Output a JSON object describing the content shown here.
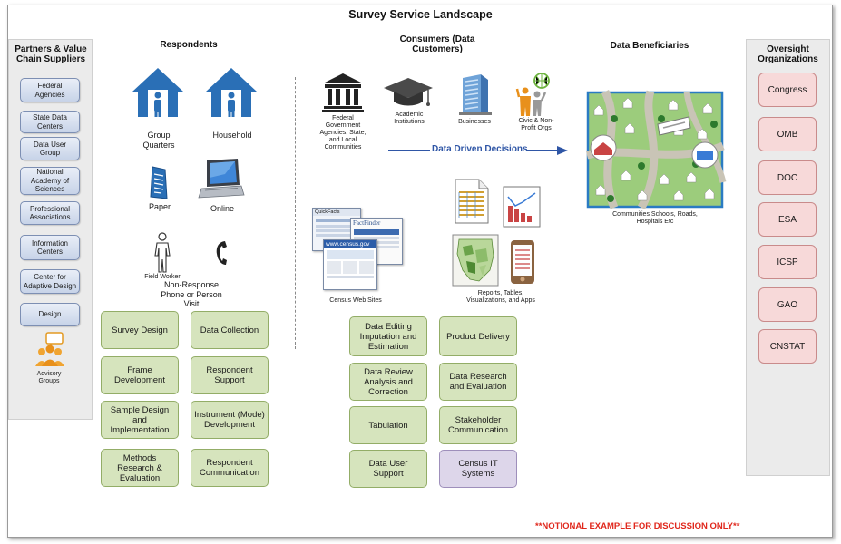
{
  "title": "Survey Service Landscape",
  "left_panel": {
    "title": "Partners & Value Chain Suppliers",
    "items": [
      "Federal Agencies",
      "State Data Centers",
      "Data User Group",
      "National Academy of Sciences",
      "Professional Associations",
      "Information Centers",
      "Center for Adaptive Design",
      "Design"
    ],
    "advisory_label": "Advisory Groups"
  },
  "right_panel": {
    "title": "Oversight Organizations",
    "items": [
      "Congress",
      "OMB",
      "DOC",
      "ESA",
      "ICSP",
      "GAO",
      "CNSTAT"
    ]
  },
  "respondents": {
    "title": "Respondents",
    "group_quarters": "Group Quarters",
    "household": "Household",
    "paper": "Paper",
    "online": "Online",
    "field_worker": "Field Worker",
    "non_response": "Non-Response Phone or Person Visit"
  },
  "consumers": {
    "title": "Consumers (Data Customers)",
    "federal": "Federal Government Agencies, State, and Local Communities",
    "academic": "Academic Institutions",
    "businesses": "Businesses",
    "civic": "Civic & Non-Profit Orgs",
    "data_driven": "Data Driven Decisions",
    "web_sites": "Census Web Sites",
    "reports": "Reports, Tables, Visualizations, and Apps",
    "quickfacts": "QuickFacts",
    "factfinder": "FactFinder",
    "census_gov": "www.census.gov"
  },
  "beneficiaries": {
    "title": "Data Beneficiaries",
    "communities": "Communities Schools, Roads, Hospitals Etc"
  },
  "process_left": [
    "Survey Design",
    "Data Collection",
    "Frame Development",
    "Respondent Support",
    "Sample Design and Implementation",
    "Instrument (Mode) Development",
    "Methods Research & Evaluation",
    "Respondent Communication"
  ],
  "process_right": [
    "Data Editing Imputation and Estimation",
    "Product Delivery",
    "Data Review Analysis and Correction",
    "Data Research and Evaluation",
    "Tabulation",
    "Stakeholder Communication",
    "Data User Support",
    "Census IT Systems"
  ],
  "notional": "**NOTIONAL EXAMPLE FOR DISCUSSION ONLY**",
  "colors": {
    "house_blue": "#2a6fb6",
    "arrow_blue": "#2f56a6",
    "green_box": "#d6e4bd",
    "purple_box": "#ddd6ea",
    "pink_box": "#f7d9d9",
    "notional_red": "#e0271c"
  }
}
